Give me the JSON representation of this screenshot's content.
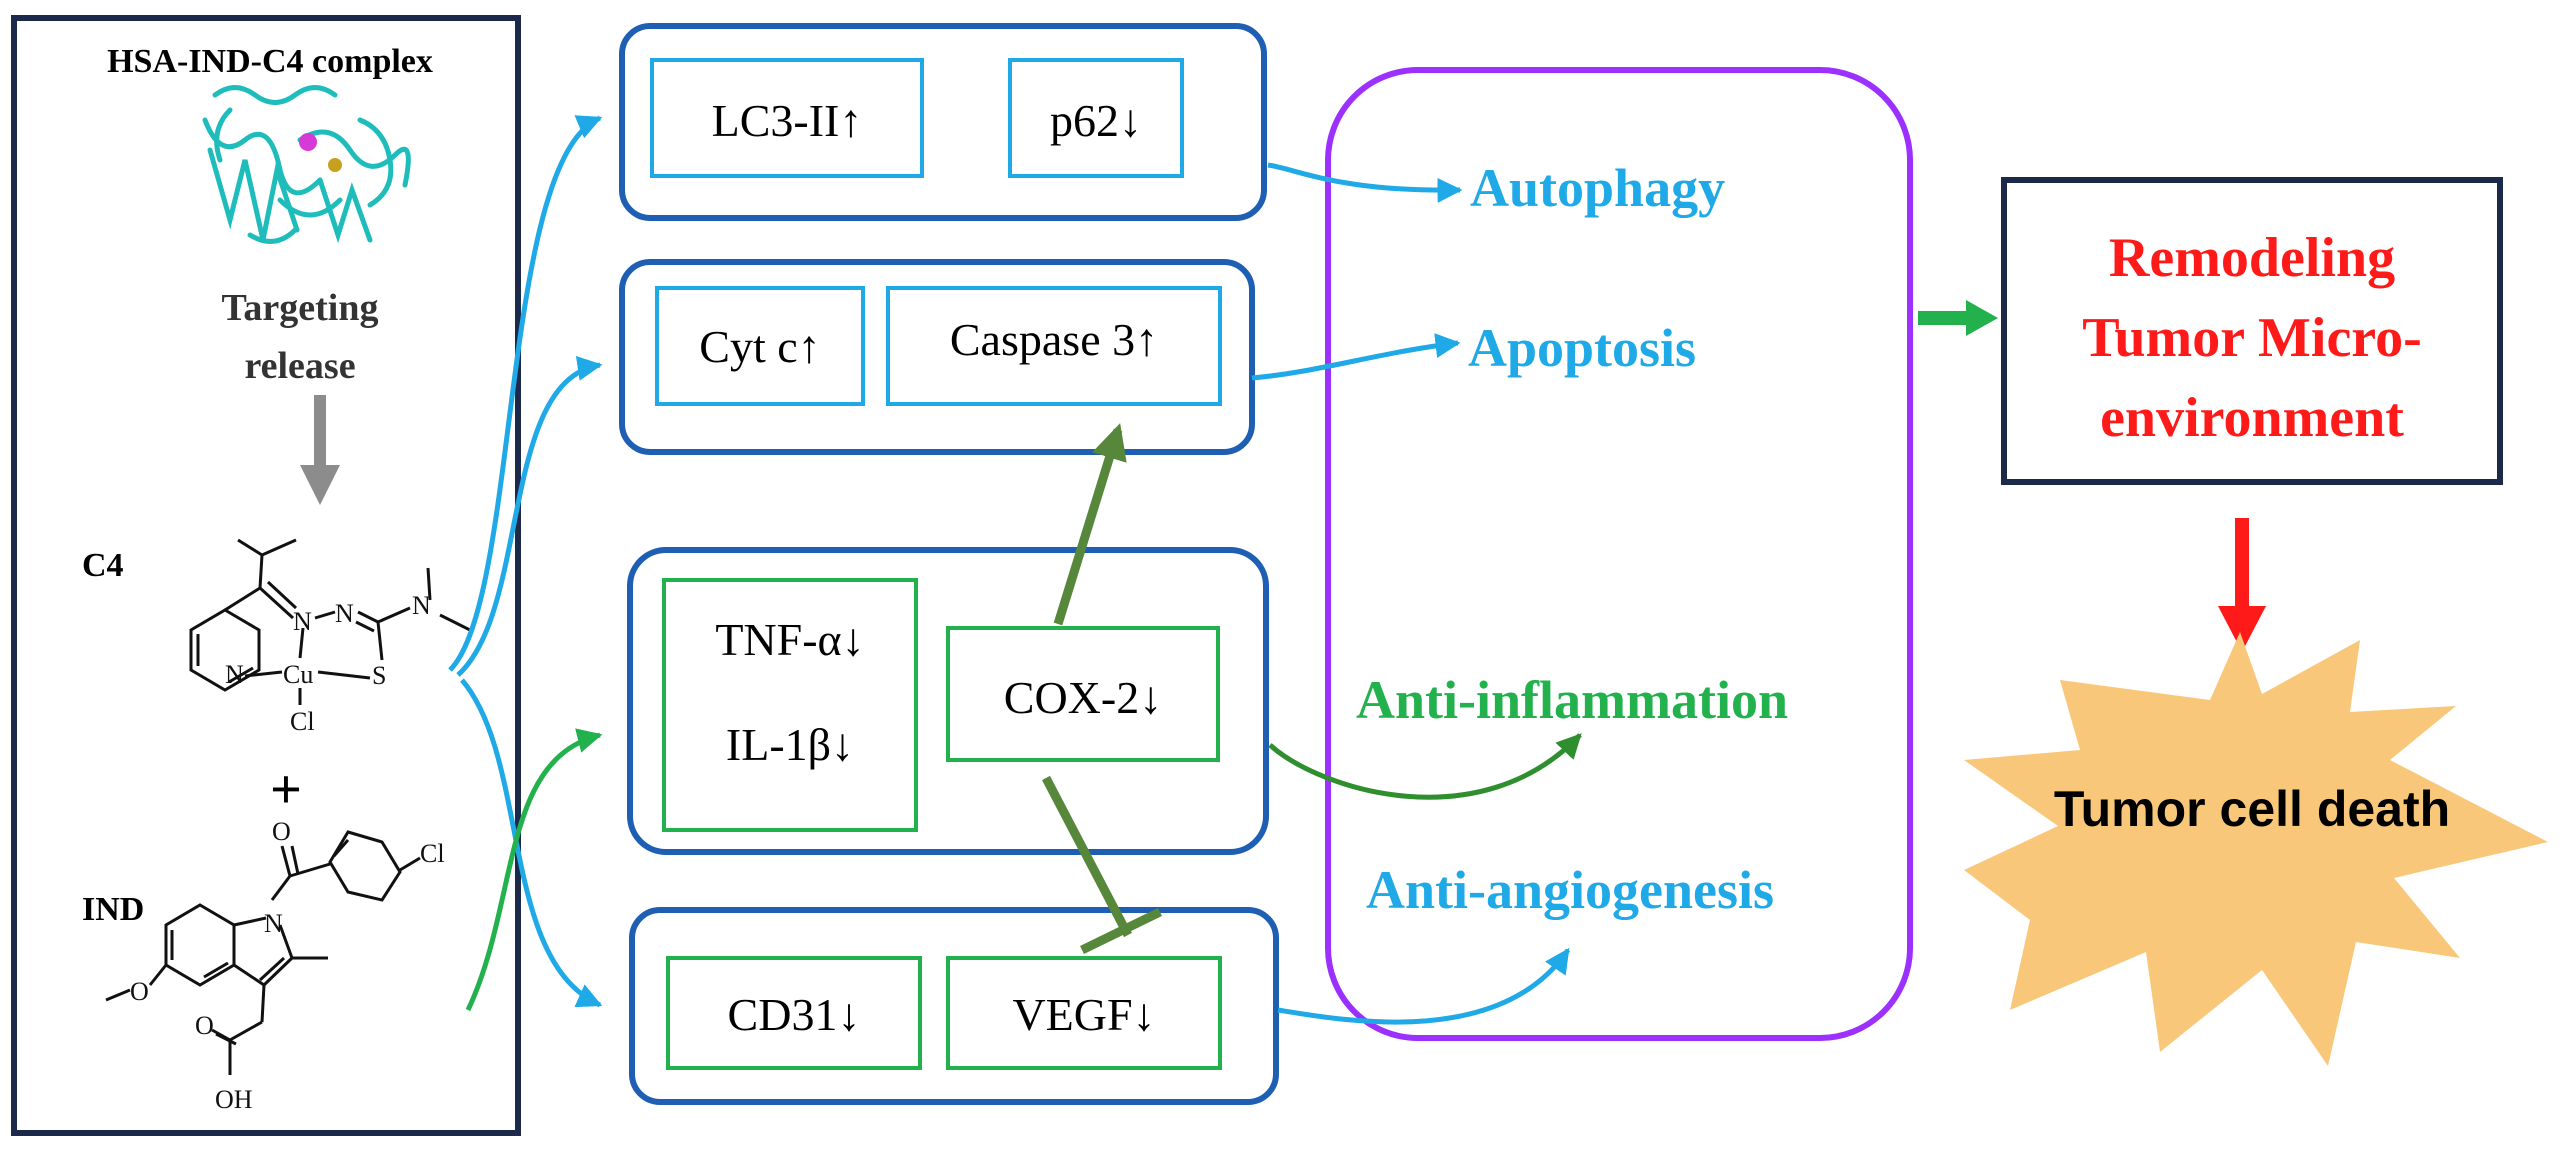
{
  "colors": {
    "navy": "#1b2a4a",
    "box_blue": "#1f5fb3",
    "light_blue": "#1fa9e6",
    "green": "#22b14c",
    "dark_green": "#2f8f2f",
    "olive": "#56873a",
    "purple": "#9b30ff",
    "red": "#ff1a1a",
    "burst": "#f9c77a",
    "gray": "#8c8c8c"
  },
  "left_panel": {
    "complex_title": "HSA-IND-C4 complex",
    "process_label_1": "Targeting",
    "process_label_2": "release",
    "c4_label": "C4",
    "plus": "+",
    "ind_label": "IND",
    "chem": {
      "n_pyridine": "N",
      "n1": "N",
      "n2": "N",
      "n_amine": "N",
      "cu": "Cu",
      "s": "S",
      "cl": "Cl",
      "cl_aryl": "Cl",
      "n_indole": "N",
      "o_carbonyl": "O",
      "o_methoxy": "O",
      "o_acid": "O",
      "oh": "OH"
    }
  },
  "markers": {
    "autophagy": [
      "LC3-II↑",
      "p62↓"
    ],
    "apoptosis": [
      "Cyt c↑",
      "Caspase 3↑"
    ],
    "inflammation": [
      "TNF-α↓",
      "IL-1β↓",
      "COX-2↓"
    ],
    "angiogenesis": [
      "CD31↓",
      "VEGF↓"
    ]
  },
  "outcomes": {
    "autophagy": "Autophagy",
    "apoptosis": "Apoptosis",
    "anti_inflammation": "Anti-inflammation",
    "anti_angiogenesis": "Anti-angiogenesis"
  },
  "result": {
    "line1": "Remodeling",
    "line2": "Tumor Micro-",
    "line3": "environment"
  },
  "final": "Tumor cell death"
}
